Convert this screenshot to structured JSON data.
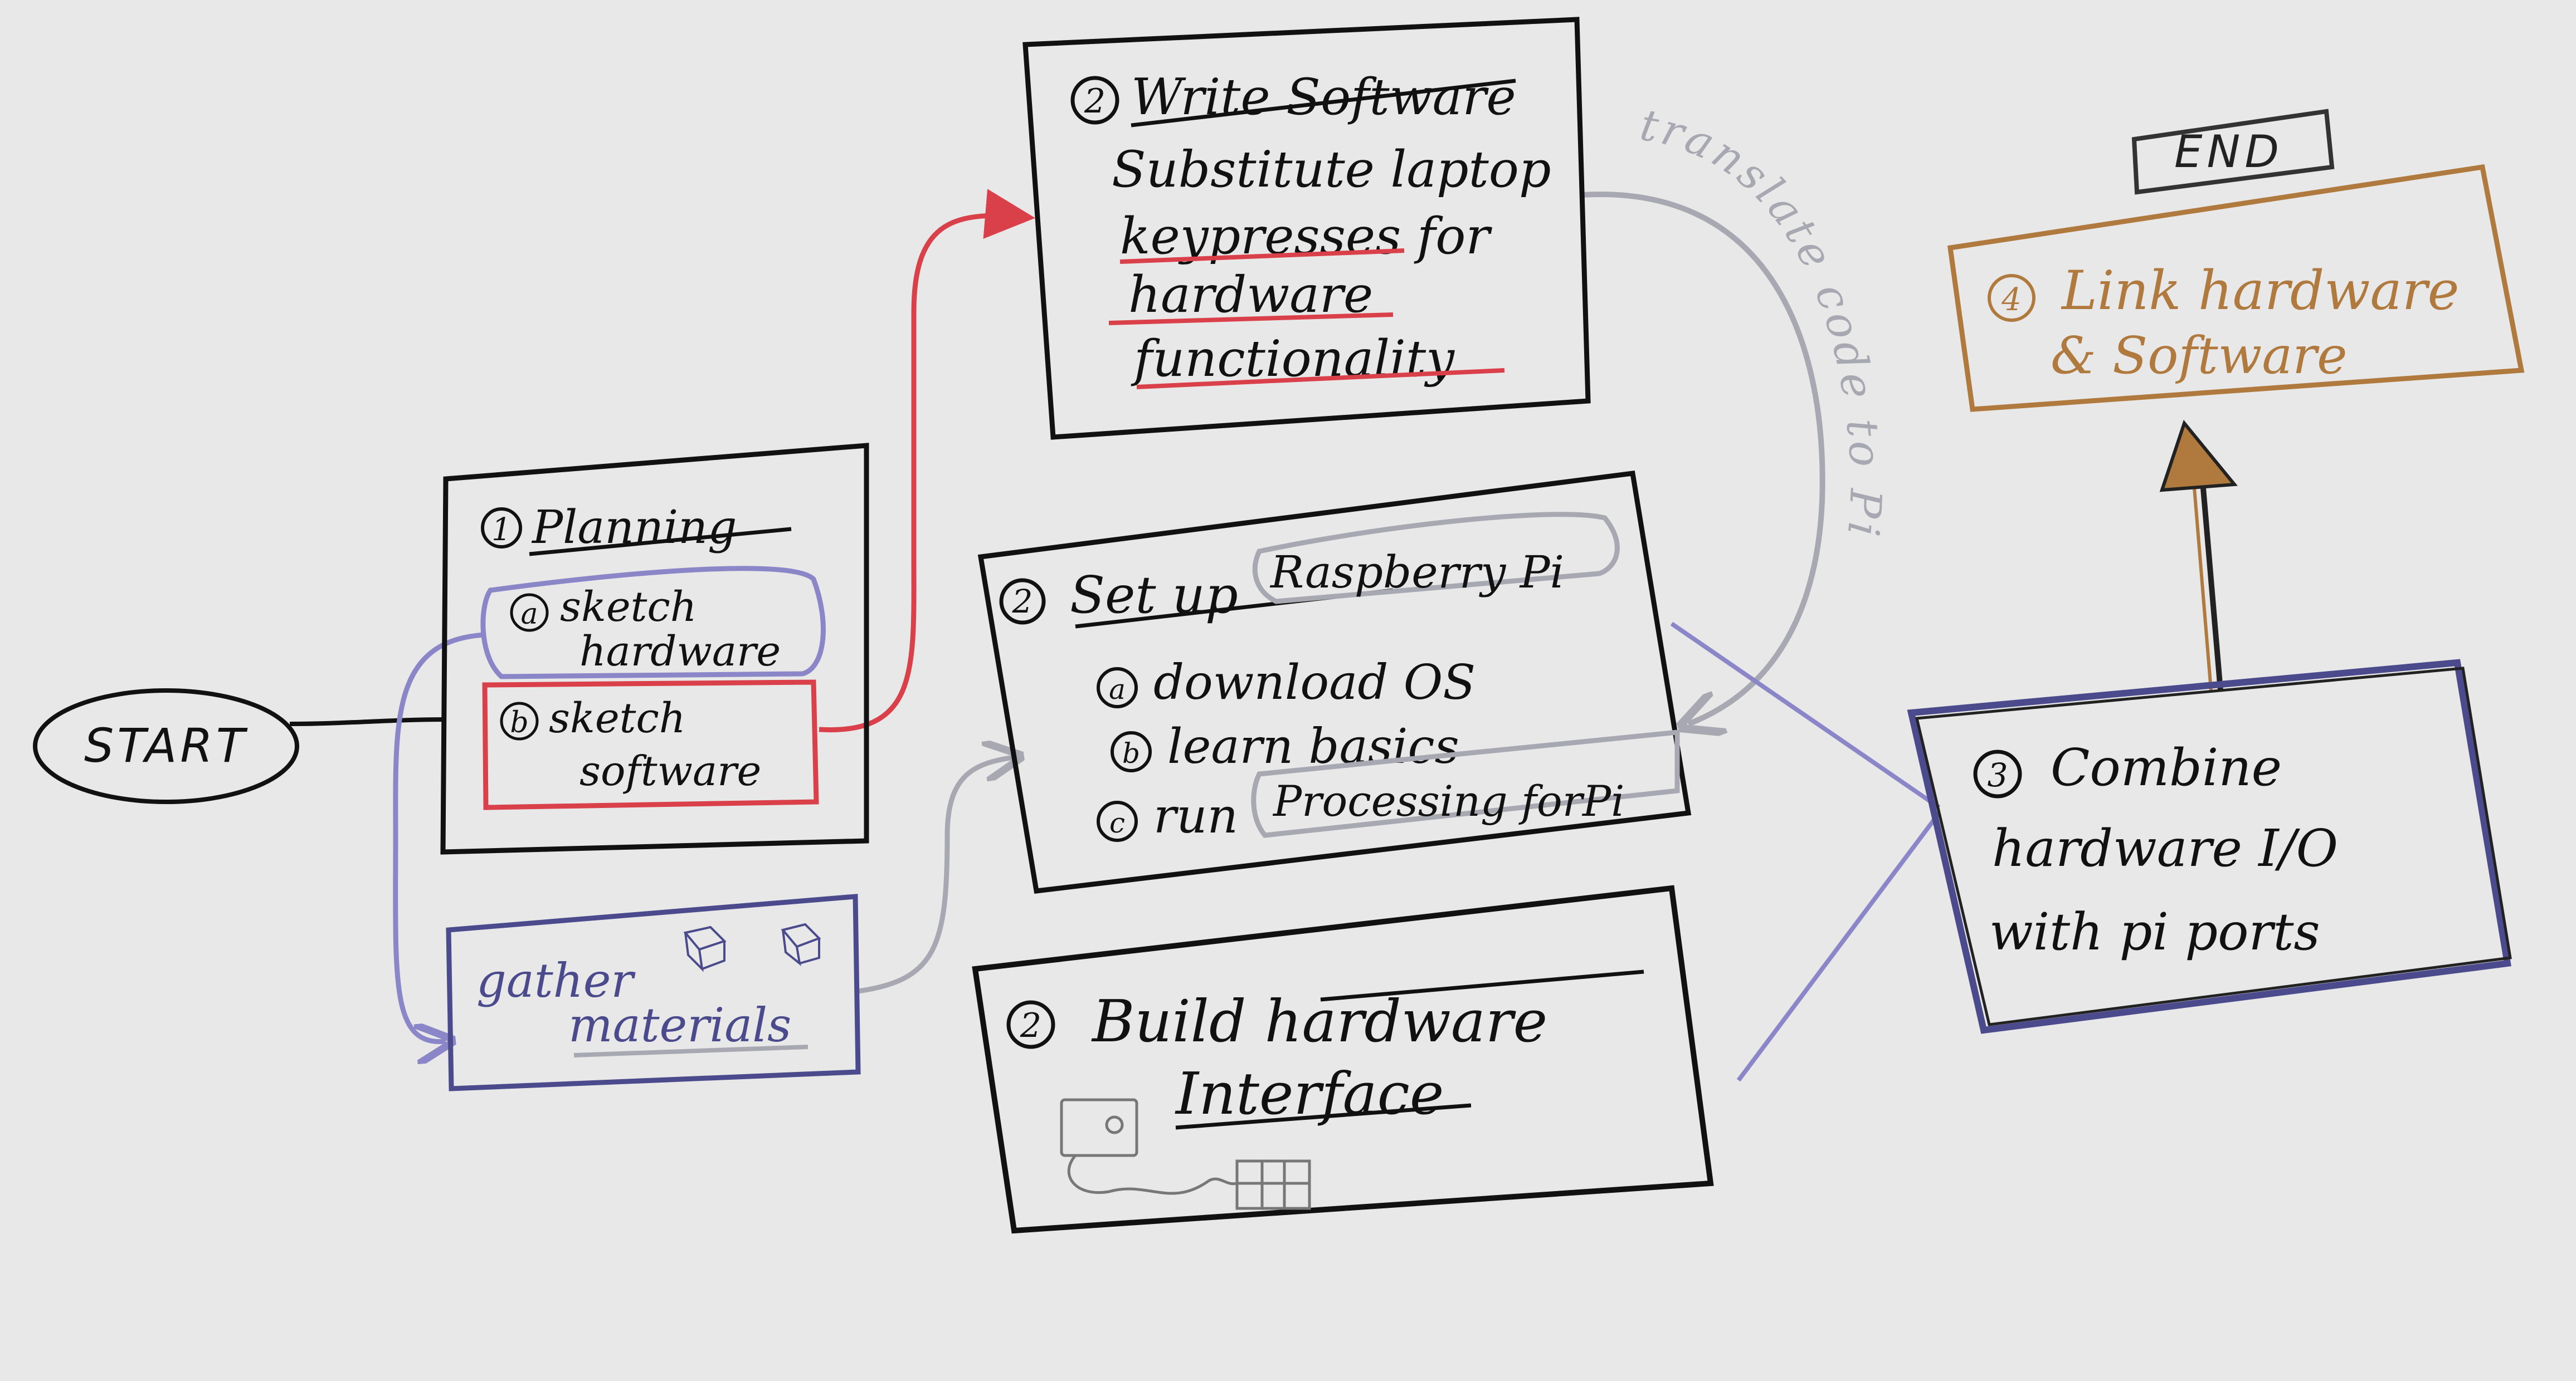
{
  "colors": {
    "background": "#e8e8e8",
    "ink": "#111111",
    "red": "#d9404a",
    "purple": "#4a4a8c",
    "lavender": "#8a86c8",
    "grey": "#a8a8b2",
    "brown": "#b07a3e"
  },
  "start": {
    "label": "START"
  },
  "end": {
    "label": "END"
  },
  "planning": {
    "number": "1",
    "title": "Planning",
    "sketch_hardware": {
      "marker": "a",
      "line1": "sketch",
      "line2": "hardware"
    },
    "sketch_software": {
      "marker": "b",
      "line1": "sketch",
      "line2": "software"
    }
  },
  "gather": {
    "line1": "gather",
    "line2": "materials"
  },
  "write_software": {
    "number": "2",
    "title": "Write Software",
    "line1": "Substitute laptop",
    "line2": "keypresses for",
    "line3": "hardware",
    "line4": "functionality"
  },
  "raspberry": {
    "number": "2",
    "title_prefix": "Set up",
    "title_highlight": "Raspberry Pi",
    "steps": [
      {
        "marker": "a",
        "text": "download OS"
      },
      {
        "marker": "b",
        "text": "learn basics"
      },
      {
        "marker": "c",
        "prefix": "run",
        "highlight": "Processing forPi"
      }
    ]
  },
  "build_hardware": {
    "number": "2",
    "line1": "Build hardware",
    "line2": "Interface"
  },
  "translate_label": "translate code to Pi",
  "combine": {
    "number": "3",
    "line1": "Combine",
    "line2": "hardware I/O",
    "line3": "with pi ports"
  },
  "link": {
    "number": "4",
    "line1": "Link hardware",
    "line2": "& Software"
  }
}
